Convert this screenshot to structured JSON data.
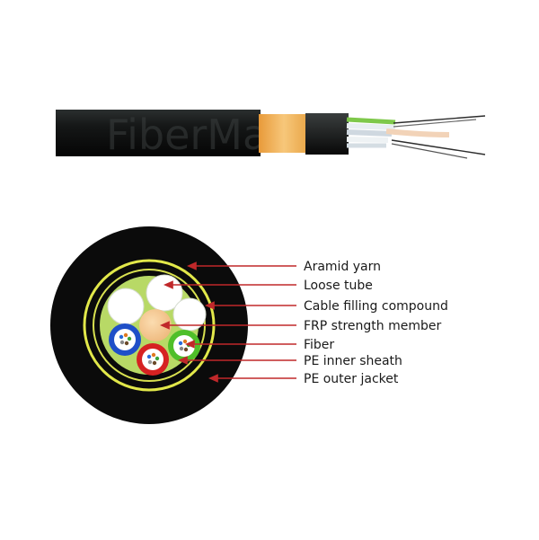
{
  "watermark": "FiberMall",
  "labels": [
    {
      "id": "aramid-yarn",
      "text": "Aramid yarn"
    },
    {
      "id": "loose-tube",
      "text": "Loose tube"
    },
    {
      "id": "cable-filling-compound",
      "text": "Cable filling compound"
    },
    {
      "id": "frp-strength-member",
      "text": "FRP strength member"
    },
    {
      "id": "fiber",
      "text": "Fiber"
    },
    {
      "id": "pe-inner-sheath",
      "text": "PE inner sheath"
    },
    {
      "id": "pe-outer-jacket",
      "text": "PE outer jacket"
    }
  ],
  "colors": {
    "jacket": "#0b0b0b",
    "inner_sheath_ring": "#e2e84a",
    "filling_compound": "#b8d966",
    "frp": "#f5c891",
    "aramid_tape": "#f2b455",
    "leader_line": "#c0282a",
    "tube_blue": "#1f4fc8",
    "tube_red": "#d62222",
    "tube_green": "#4fbf2a"
  }
}
